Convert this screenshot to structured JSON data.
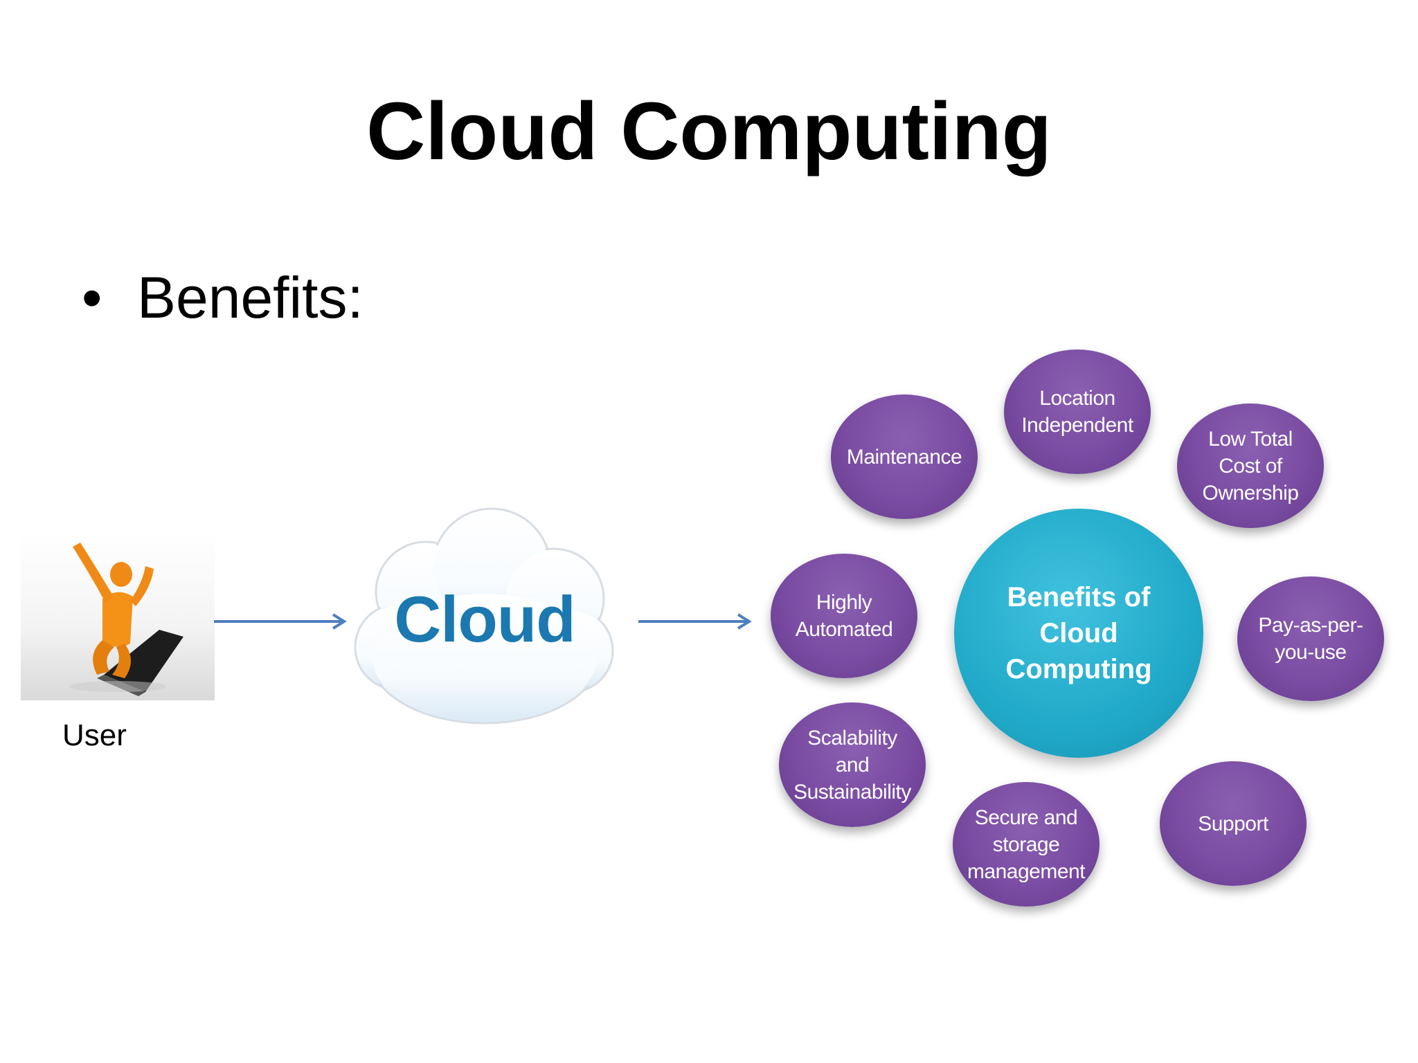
{
  "slide": {
    "title": "Cloud Computing",
    "bullet": "Benefits:",
    "bullet_marker": "•"
  },
  "user": {
    "label": "User"
  },
  "cloud": {
    "label": "Cloud"
  },
  "hub": {
    "label": "Benefits of Cloud Computing"
  },
  "benefits": [
    {
      "label": "Location Independent"
    },
    {
      "label": "Low Total Cost of Ownership"
    },
    {
      "label": "Pay-as-per-you-use"
    },
    {
      "label": "Support"
    },
    {
      "label": "Secure and storage management"
    },
    {
      "label": "Scalability and Sustainability"
    },
    {
      "label": "Highly Automated"
    },
    {
      "label": "Maintenance"
    }
  ],
  "colors": {
    "hub": "#21a9c9",
    "benefit": "#7a4ca3",
    "arrow": "#4f7fbd",
    "cloud_text": "#1b78b0"
  }
}
